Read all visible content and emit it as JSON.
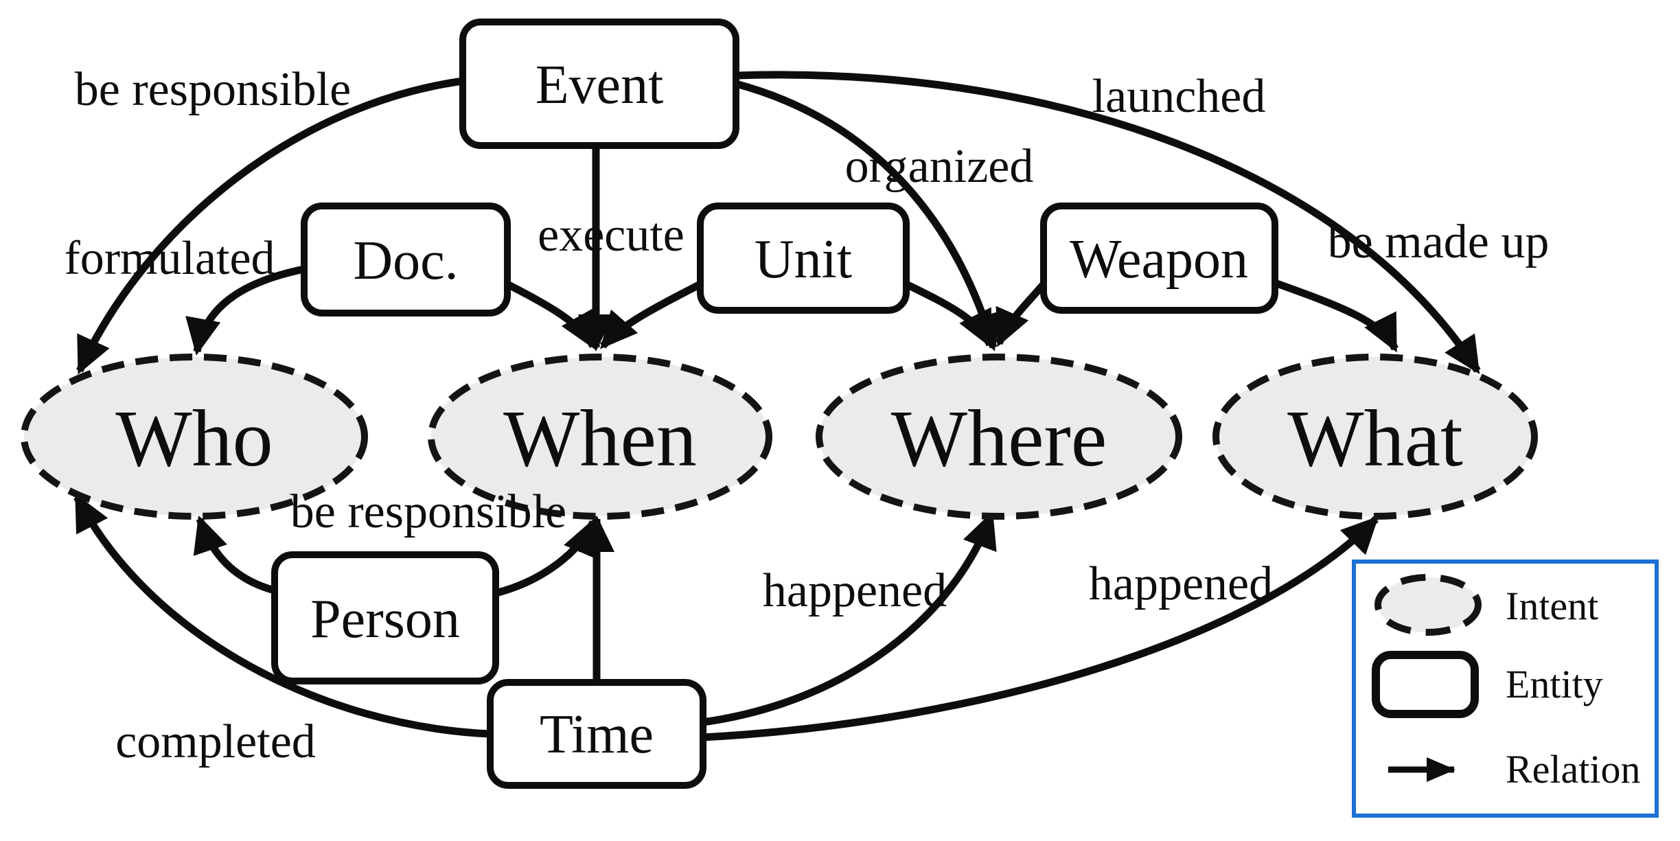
{
  "figure": {
    "entities": [
      {
        "label": "Event"
      },
      {
        "label": "Doc."
      },
      {
        "label": "Unit"
      },
      {
        "label": "Weapon"
      },
      {
        "label": "Person"
      },
      {
        "label": "Time"
      }
    ],
    "intents": [
      {
        "label": "Who"
      },
      {
        "label": "When"
      },
      {
        "label": "Where"
      },
      {
        "label": "What"
      }
    ],
    "relations": [
      {
        "label": "be responsible",
        "from": "Event",
        "to": "Who"
      },
      {
        "label": "formulated",
        "from": "Doc.",
        "to": "Who"
      },
      {
        "label": "execute",
        "from": "Event",
        "to": "When"
      },
      {
        "label": "organized",
        "from": "Event",
        "to": "Where"
      },
      {
        "label": "launched",
        "from": "Event",
        "to": "What"
      },
      {
        "label": "be made up",
        "from": "Weapon",
        "to": "What"
      },
      {
        "label": "be responsible",
        "from": "Person",
        "to": "Who"
      },
      {
        "label": "completed",
        "from": "Time",
        "to": "Who"
      },
      {
        "label": "happened",
        "from": "Time",
        "to": "Where"
      },
      {
        "label": "happened",
        "from": "Time",
        "to": "What"
      }
    ],
    "unlabeled_edges": [
      {
        "from": "Doc.",
        "to": "When"
      },
      {
        "from": "Unit",
        "to": "When"
      },
      {
        "from": "Unit",
        "to": "Where"
      },
      {
        "from": "Weapon",
        "to": "Where"
      },
      {
        "from": "Person",
        "to": "When"
      },
      {
        "from": "Time",
        "to": "When"
      }
    ],
    "legend": {
      "items": [
        {
          "label": "Intent"
        },
        {
          "label": "Entity"
        },
        {
          "label": "Relation"
        }
      ]
    },
    "colors": {
      "relation_label": "#2074C4",
      "legend_border": "#1C70D3",
      "intent_fill": "#ebebeb",
      "ink": "#0d0d0d"
    }
  }
}
